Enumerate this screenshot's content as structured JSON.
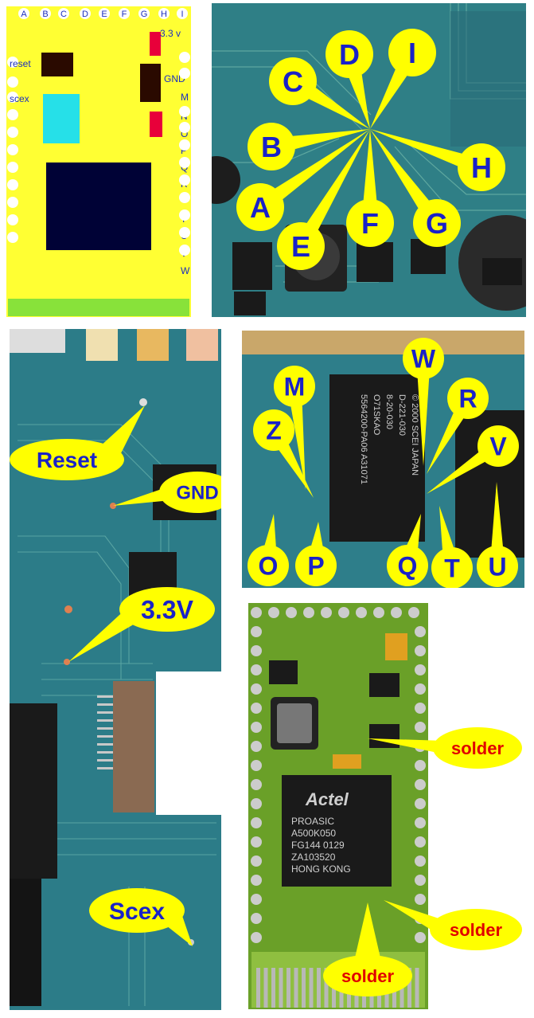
{
  "schematic": {
    "top_letters": [
      "A",
      "B",
      "C",
      "D",
      "E",
      "F",
      "G",
      "H",
      "I"
    ],
    "right_labels": [
      "3.3 v",
      "GND",
      "M",
      "N",
      "O",
      "P",
      "Q",
      "R",
      "T",
      "U",
      "V",
      "W"
    ],
    "left_labels": [
      "reset",
      "scex"
    ]
  },
  "chip_callouts": [
    "A",
    "B",
    "C",
    "D",
    "E",
    "F",
    "G",
    "H",
    "I"
  ],
  "board_callouts": [
    "Reset",
    "GND",
    "3.3V",
    "Scex"
  ],
  "ram_callouts": [
    "W",
    "M",
    "R",
    "Z",
    "V",
    "O",
    "P",
    "Q",
    "T",
    "U"
  ],
  "ram_chip_text": [
    "© 2000 SCEI JAPAN",
    "D-221-030",
    "8-20-030",
    "O71SKAO",
    "5564200-PA06 A31071"
  ],
  "modchip": {
    "chip_text": [
      "PROASIC",
      "A500K050",
      "FG144  0129",
      "ZA103520",
      "HONG KONG"
    ],
    "logo": "Actel",
    "solder_labels": [
      "solder",
      "solder",
      "solder"
    ]
  },
  "colors": {
    "callout_fill": "#ffff00",
    "callout_text_blue": "#1a22c8",
    "solder_text": "#e00000",
    "pcb": "#2f7f86",
    "schematic_bg": "#ffff33"
  }
}
